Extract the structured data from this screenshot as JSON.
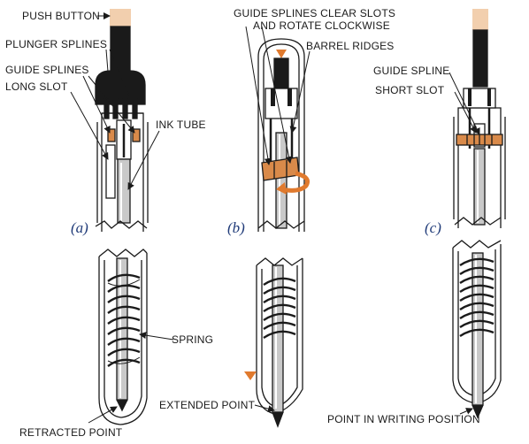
{
  "labels": {
    "push_button": "PUSH BUTTON",
    "plunger_splines": "PLUNGER SPLINES",
    "guide_splines": "GUIDE SPLINES",
    "long_slot": "LONG SLOT",
    "ink_tube": "INK TUBE",
    "guide_splines_clear_line1": "GUIDE SPLINES CLEAR SLOTS",
    "guide_splines_clear_line2": "AND ROTATE CLOCKWISE",
    "barrel_ridges": "BARREL RIDGES",
    "guide_spline": "GUIDE SPLINE",
    "short_slot": "SHORT SLOT",
    "spring": "SPRING",
    "extended_point": "EXTENDED POINT",
    "retracted_point": "RETRACTED POINT",
    "point_in_writing_position": "POINT IN WRITING POSITION"
  },
  "panel_tags": {
    "a": "(a)",
    "b": "(b)",
    "c": "(c)"
  },
  "colors": {
    "line": "#1a1a1a",
    "button_tan": "#f2cfae",
    "spline_orange": "#d98a4a",
    "arrow_orange": "#e07a2e",
    "tag_blue": "#1f3a78",
    "barrel_fill": "#ffffff",
    "tube_shade": "#c9c9c9"
  }
}
